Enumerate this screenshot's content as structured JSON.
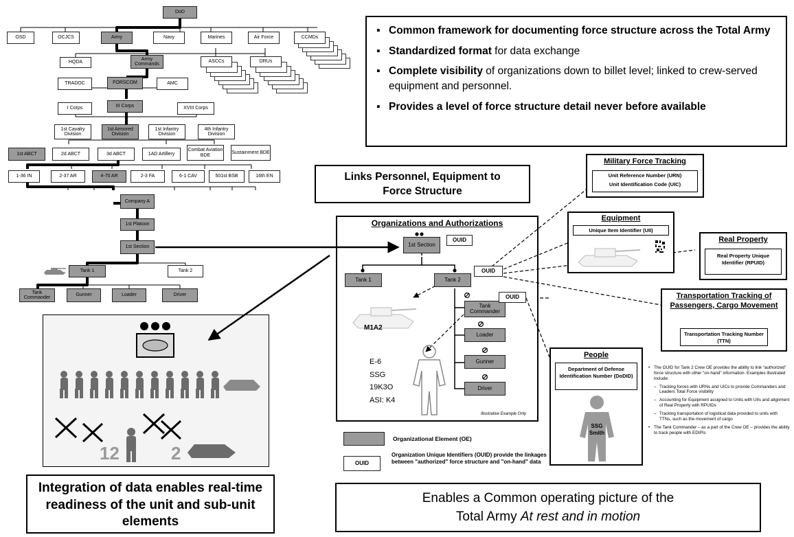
{
  "tree": {
    "dod": "DoD",
    "row1": [
      "OSD",
      "OCJCS",
      "Army",
      "Navy",
      "Marines",
      "Air Force",
      "CCMDs"
    ],
    "hqda": "HQDA",
    "army_commands": "Army Commands",
    "asccs": "ASCCs",
    "drus": "DRUs",
    "tradoc": "TRADOC",
    "forscom": "FORSCOM",
    "amc": "AMC",
    "corps": [
      "I Corps",
      "III Corps",
      "XVIII Corps"
    ],
    "divisions": [
      "1st Cavalry Division",
      "1st Armored Division",
      "1st Infantry Division",
      "4th Infantry Division"
    ],
    "brigades": [
      "1st ABCT",
      "2d ABCT",
      "3d ABCT",
      "1AD Artillery",
      "Combat Aviation BDE",
      "Sustainment BDE"
    ],
    "battalions": [
      "1-36 IN",
      "2-37 AR",
      "4-70 AR",
      "2-3 FA",
      "6-1 CAV",
      "501st BSB",
      "16th EN"
    ],
    "company": "Company A",
    "platoon": "1st Platoon",
    "section": "1st Section",
    "tanks": [
      "Tank 1",
      "Tank 2"
    ],
    "crew": [
      "Tank Commander",
      "Gunner",
      "Loader",
      "Driver"
    ]
  },
  "bullets": [
    {
      "bold": "Common framework for documenting  force structure across the Total Army",
      "rest": ""
    },
    {
      "bold": "Standardized format",
      "rest": " for data exchange"
    },
    {
      "bold": "Complete visibility",
      "rest": " of organizations down to billet level; linked to crew-served equipment and personnel."
    },
    {
      "bold": "Provides a level of force structure detail never before available",
      "rest": ""
    }
  ],
  "bullet_mark": "▪",
  "links_title": "Links Personnel, Equipment to Force Structure",
  "org": {
    "title": "Organizations and Authorizations",
    "section": "1st Section",
    "ouid": "OUID",
    "tank1": "Tank 1",
    "tank2": "Tank 2",
    "crew": [
      "Tank Commander",
      "Loader",
      "Gunner",
      "Driver"
    ],
    "m1a2": "M1A2",
    "soldier": [
      "E-6",
      "SSG",
      "19K3O",
      "ASI: K4"
    ],
    "footnote": "Illustrative Example Only"
  },
  "mft": {
    "title": "Military Force Tracking",
    "lines": [
      "Unit Reference Number (URN)",
      "Unit Identification Code (UIC)"
    ]
  },
  "equipment": {
    "title": "Equipment",
    "line": "Unique Item Identifier (UII)"
  },
  "realprop": {
    "title": "Real Property",
    "line": "Real Property Unique Identifier (RPUID)"
  },
  "transport": {
    "title": "Transportation Tracking of Passengers, Cargo Movement",
    "line": "Transportation Tracking Number (TTN)"
  },
  "people": {
    "title": "People",
    "line": "Department of Defense Identification Number (DoDID)",
    "name": "SSG Smith"
  },
  "legend": {
    "oe": "Organizational Element (OE)",
    "ouid_key": "OUID",
    "ouid": "Organization Unique Identifiers (OUID) provide the linkages between \"authorized\" force structure and \"on-hand\" data"
  },
  "notes": {
    "intro": "The OUID for Tank 2 Crew OE provides the ability to link \"authorized\" force structure with other \"on-hand\" information. Examples illustrated include:",
    "items": [
      "Tracking forces with URNs and UICs to provide Commanders and Leaders Total Force visibility",
      "Accounting for Equipment assigned to Units with UIIs and alignment of Real Property with RPUIDs",
      "Tracking transportation of logistical data provided to units with TTNs, such as the movement of cargo"
    ],
    "last": "The Tank Commander – as a part of the Crew OE – provides the ability to track people with EDIPIs"
  },
  "readiness": {
    "counts": [
      "12",
      "2"
    ]
  },
  "integration": "Integration of data enables real-time readiness of the unit and sub-unit elements",
  "enables": {
    "line1": "Enables a Common operating picture of the",
    "line2_plain": "Total Army ",
    "line2_italic": "At rest and in motion"
  },
  "colors": {
    "oe_gray": "#9a9a9a",
    "soldier_gray": "#6b6b6b"
  }
}
